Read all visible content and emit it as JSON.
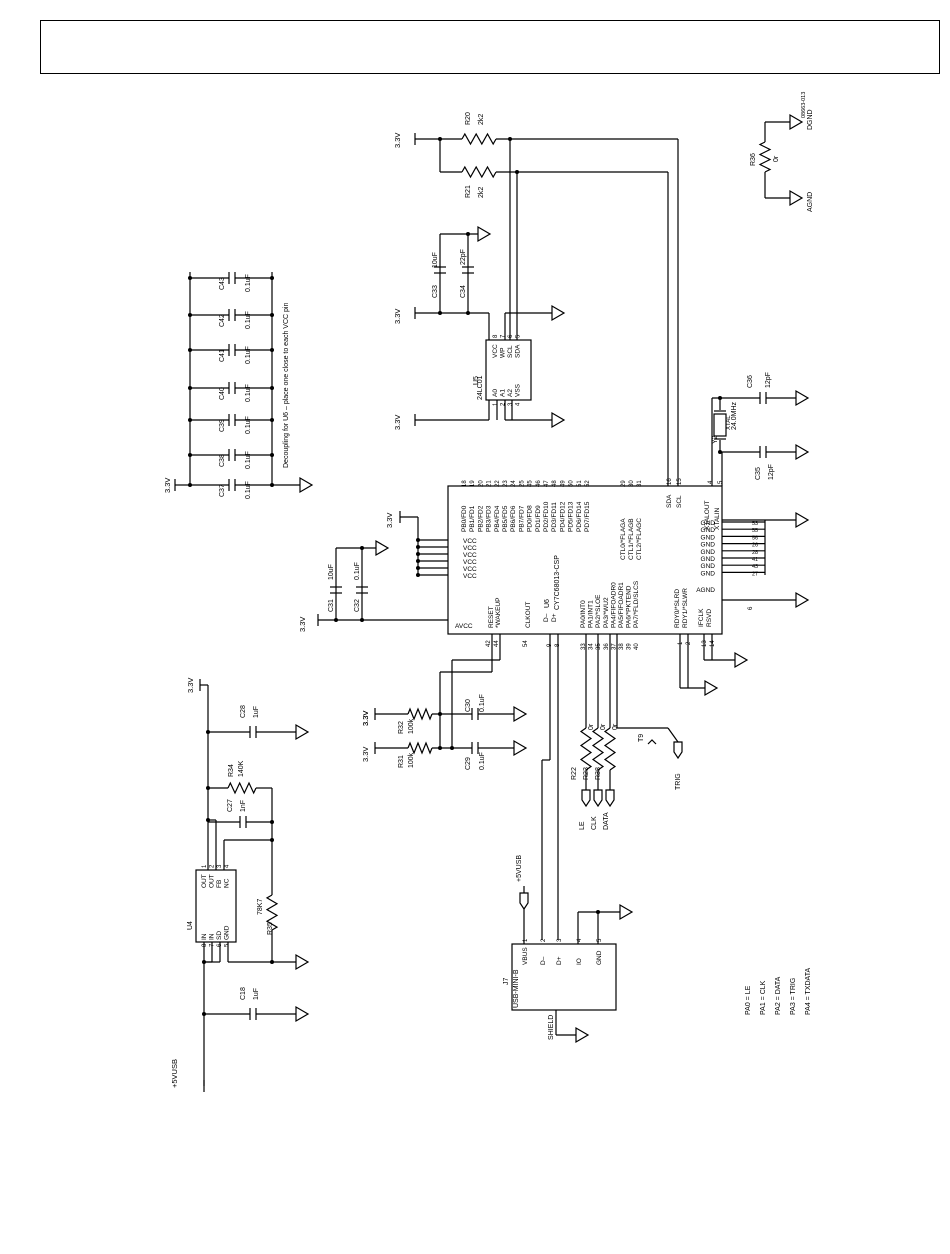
{
  "figure_id": "08663-013",
  "power": {
    "v33": "3.3V",
    "v5usb": "+5VUSB"
  },
  "decoupling": {
    "note": "Decoupling for U6 – place one close to each VCC pin",
    "caps": [
      {
        "ref": "C37",
        "value": "0.1uF"
      },
      {
        "ref": "C38",
        "value": "0.1uF"
      },
      {
        "ref": "C39",
        "value": "0.1uF"
      },
      {
        "ref": "C40",
        "value": "0.1uF"
      },
      {
        "ref": "C41",
        "value": "0.1uF"
      },
      {
        "ref": "C42",
        "value": "0.1uF"
      },
      {
        "ref": "C43",
        "value": "0.1uF"
      }
    ]
  },
  "u5": {
    "ref": "U5",
    "part": "24LC01",
    "left_pins": [
      "A0",
      "A1",
      "A2",
      "VSS"
    ],
    "left_nums": [
      "1",
      "2",
      "3",
      "4"
    ],
    "right_pins": [
      "VCC",
      "WP",
      "SCL",
      "SDA"
    ],
    "right_nums": [
      "8",
      "7",
      "6",
      "5"
    ]
  },
  "eeprom_caps": [
    {
      "ref": "C33",
      "value": "10uF"
    },
    {
      "ref": "C34",
      "value": "22pF"
    }
  ],
  "pullups": [
    {
      "ref": "R20",
      "value": "2k2"
    },
    {
      "ref": "R21",
      "value": "2k2"
    }
  ],
  "r36": {
    "ref": "R36",
    "value": "0r",
    "net_a": "DGND",
    "net_b": "AGND"
  },
  "u6": {
    "ref": "U6",
    "part": "CY7C68013-CSP",
    "pb_pins": [
      "PB0/FD0",
      "PB1/FD1",
      "PB2/FD2",
      "PB3/FD3",
      "PB4/FD4",
      "PB5/FD5",
      "PB6/FD6",
      "PB7/FD7",
      "PD0/FD8",
      "PD1/FD9",
      "PD2/FD10",
      "PD3/FD11",
      "PD4/FD12",
      "PD5/FD13",
      "PD6/FD14",
      "PD7/FD15"
    ],
    "pb_nums": [
      "18",
      "19",
      "20",
      "21",
      "22",
      "23",
      "24",
      "25",
      "45",
      "46",
      "47",
      "48",
      "49",
      "50",
      "51",
      "52"
    ],
    "ctl_pins": [
      "CTL0/*FLAGA",
      "CTL1/*FLAGB",
      "CTL2/*FLAGC"
    ],
    "ctl_nums": [
      "29",
      "30",
      "31"
    ],
    "sda": "SDA",
    "scl": "SCL",
    "sda_num": "16",
    "scl_num": "15",
    "xtalout": "XTALOUT",
    "xtalin": "XTALIN",
    "xtalout_num": "4",
    "xtalin_num": "5",
    "vcc_label": "VCC",
    "avcc": "AVCC",
    "reset": "RESET",
    "wakeup": "*WAKEUP",
    "clkout": "CLKOUT",
    "clkout_num": "54",
    "reset_num": "42",
    "wakeup_num": "44",
    "dminus": "D–",
    "dplus": "D+",
    "dminus_num": "9",
    "dplus_num": "8",
    "pa_pins": [
      "PA0/INT0",
      "PA1/INT1",
      "PA2/*SLOE",
      "PA3/*WU2",
      "PA4/FIFOADR0",
      "PA5/FIFOADR1",
      "PA6/*PKTEND",
      "PA7/*FLD/SLCS"
    ],
    "pa_nums": [
      "33",
      "34",
      "35",
      "36",
      "37",
      "38",
      "39",
      "40"
    ],
    "rdy0": "RDY0/*SLRD",
    "rdy1": "RDY1/*SLWR",
    "rdy_nums": [
      "1",
      "2"
    ],
    "ifclk": "IFCLK",
    "rsvd": "RSVD",
    "ifclk_num": "13",
    "rsvd_num": "14",
    "agnd": "AGND",
    "agnd_num": "6",
    "gnd_label": "GND",
    "gnd_nums": [
      "53",
      "55",
      "56",
      "26",
      "28",
      "41",
      "43",
      "27"
    ]
  },
  "u6_caps": [
    {
      "ref": "C31",
      "value": "10uF"
    },
    {
      "ref": "C32",
      "value": "0.1uF"
    }
  ],
  "crystal": {
    "ref": "Y2",
    "freq": "24.0MHz",
    "caps": [
      {
        "ref": "C36",
        "value": "12pF"
      },
      {
        "ref": "C35",
        "value": "12pF"
      }
    ],
    "label": "XTAL"
  },
  "reset_rc": [
    {
      "r": "R32",
      "r_val": "100k",
      "c": "C30",
      "c_val": "0.1uF"
    },
    {
      "r": "R31",
      "r_val": "100k",
      "c": "C29",
      "c_val": "0.1uF"
    }
  ],
  "pa_res": [
    {
      "ref": "R22",
      "value": "0r",
      "net": "LE"
    },
    {
      "ref": "R23",
      "value": "0r",
      "net": "CLK"
    },
    {
      "ref": "R38",
      "value": "0r",
      "net": "DATA"
    }
  ],
  "trig": {
    "tp": "T9",
    "net": "TRIG"
  },
  "u4": {
    "ref": "U4",
    "left_pins": [
      "IN",
      "IN",
      "SD",
      "GND"
    ],
    "left_nums": [
      "8",
      "7",
      "6",
      "5"
    ],
    "right_pins": [
      "OUT",
      "OUT",
      "FB",
      "NC"
    ],
    "right_nums": [
      "1",
      "2",
      "3",
      "4"
    ]
  },
  "u4_parts": [
    {
      "ref": "C28",
      "value": "1uF"
    },
    {
      "ref": "R34",
      "value": "140K"
    },
    {
      "ref": "C27",
      "value": "1nF"
    },
    {
      "ref": "R35",
      "value": "78K7"
    },
    {
      "ref": "C18",
      "value": "1uF"
    }
  ],
  "j7": {
    "ref": "J7",
    "part": "USB-MINI-B",
    "pins": [
      "VBUS",
      "D–",
      "D+",
      "IO",
      "GND"
    ],
    "nums": [
      "1",
      "2",
      "3",
      "4",
      "5"
    ],
    "shield": "SHIELD"
  },
  "legend": [
    "PA0 = LE",
    "PA1 = CLK",
    "PA2 = DATA",
    "PA3 = TRIG",
    "PA4 = TXDATA"
  ]
}
